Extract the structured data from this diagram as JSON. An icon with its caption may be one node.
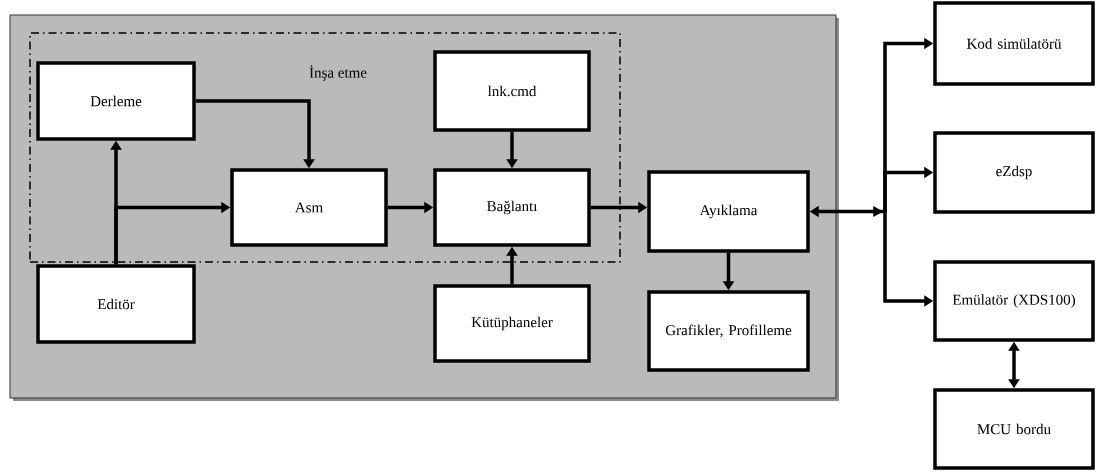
{
  "diagram": {
    "nodes": [
      {
        "text": [],
        "shape": "box"
      },
      {
        "text": [
          "İnşa etme"
        ],
        "in": 0
      },
      {
        "text": [
          "Derleme"
        ],
        "in": 1
      },
      {
        "text": [
          "lnk.cmd"
        ],
        "in": 1
      },
      {
        "text": [
          "Asm"
        ],
        "in": 1
      },
      {
        "text": [
          "Bağlantı"
        ],
        "in": 1
      },
      {
        "text": [
          "Editör"
        ],
        "in": 0
      },
      {
        "text": [
          "Kütüphaneler"
        ],
        "in": 0
      },
      {
        "text": [
          "Ayıklama"
        ],
        "in": 0
      },
      {
        "text": [
          "Grafikler, Profilleme"
        ],
        "in": 0
      },
      {
        "text": [
          "Kod simülatörü"
        ]
      },
      {
        "text": [
          "eZdsp"
        ]
      },
      {
        "text": [
          "Emülatör (XDS100)"
        ]
      },
      {
        "text": [
          "MCU bordu"
        ]
      }
    ],
    "edges": [
      {
        "from": 6,
        "to": 2,
        "arrow": "to"
      },
      {
        "from": 6,
        "to": 4,
        "arrow": "to"
      },
      {
        "from": 2,
        "to": 4,
        "arrow": "to"
      },
      {
        "from": 3,
        "to": 5,
        "arrow": "to"
      },
      {
        "from": 4,
        "to": 5,
        "arrow": "to"
      },
      {
        "from": 7,
        "to": 5,
        "arrow": "to"
      },
      {
        "from": 5,
        "to": 8,
        "arrow": "to"
      },
      {
        "from": 8,
        "to": 9,
        "arrow": "to"
      },
      {
        "from": 8,
        "to": 10,
        "arrow": "both"
      },
      {
        "from": 8,
        "to": 11,
        "arrow": "both"
      },
      {
        "from": 8,
        "to": 12,
        "arrow": "both"
      },
      {
        "from": 12,
        "to": 13,
        "arrow": "both"
      }
    ]
  }
}
